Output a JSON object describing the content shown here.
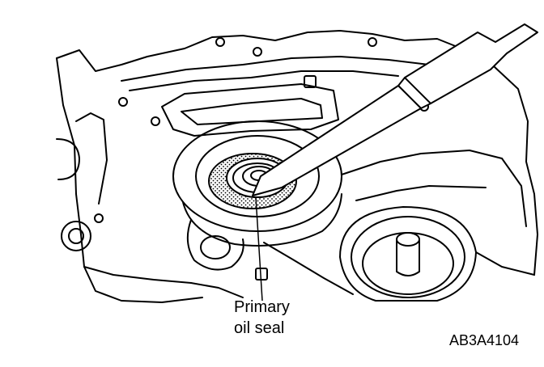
{
  "callout": {
    "line1": "Primary",
    "line2": "oil seal"
  },
  "figure_code": "AB3A4104",
  "colors": {
    "line": "#000000",
    "background": "#ffffff"
  },
  "icons": [
    "screwdriver-icon"
  ]
}
